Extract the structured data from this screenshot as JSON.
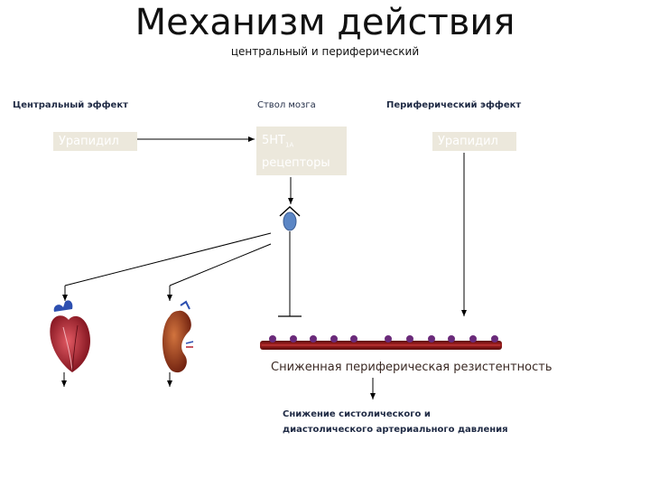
{
  "title": "Механизм действия",
  "subtitle": "центральный и периферический",
  "sections": {
    "central": "Центральный эффект",
    "brainstem": "Ствол мозга",
    "peripheral": "Периферический эффект"
  },
  "boxes": {
    "left": "Урапидил",
    "right": "Урапидил",
    "receptor_main": "5HT",
    "receptor_sub": "1A",
    "receptor_line2": "рецепторы"
  },
  "result_label": "Сниженная периферическая резистентность",
  "bp_effect": [
    "Снижение систолического и",
    "диастолического артериального давления"
  ],
  "colors": {
    "box": "#ece8dc",
    "vessel": "#7a1414",
    "vessel_dot": "#6a2a7a",
    "neuron": "#5b86c5",
    "heart": "#b5212e",
    "kidney": "#a33a1e"
  }
}
